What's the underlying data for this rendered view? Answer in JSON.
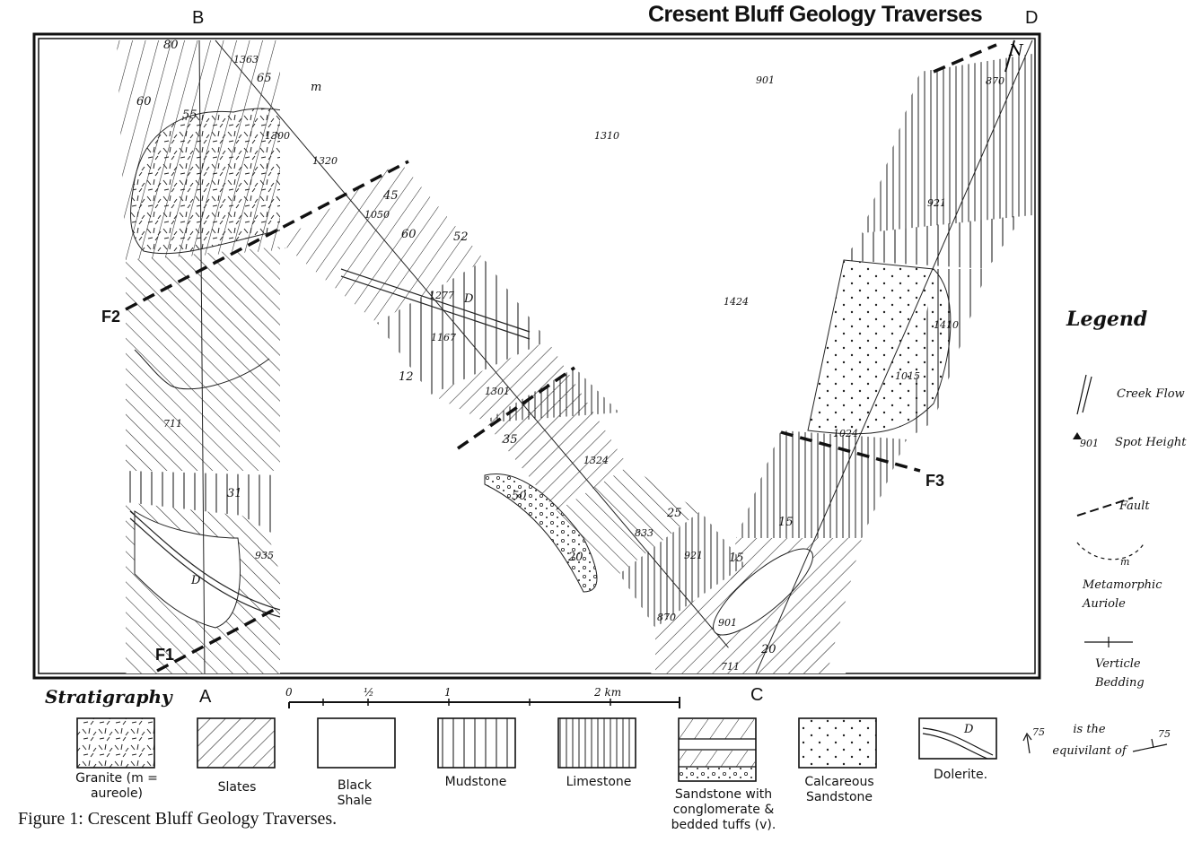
{
  "title": "Cresent Bluff Geology Traverses",
  "corners": {
    "b": "B",
    "d": "D",
    "a": "A",
    "c": "C"
  },
  "faults": {
    "f1": "F1",
    "f2": "F2",
    "f3": "F3"
  },
  "spot_heights": [
    {
      "id": "sh-1363",
      "label": "1363"
    },
    {
      "id": "sh-1320",
      "label": "1320"
    },
    {
      "id": "sh-1300",
      "label": "1300"
    },
    {
      "id": "sh-1050",
      "label": "1050"
    },
    {
      "id": "sh-1277",
      "label": "1277"
    },
    {
      "id": "sh-1167",
      "label": "1167"
    },
    {
      "id": "sh-1301",
      "label": "1301"
    },
    {
      "id": "sh-1324",
      "label": "1324"
    },
    {
      "id": "sh-833",
      "label": "833"
    },
    {
      "id": "sh-921a",
      "label": "921"
    },
    {
      "id": "sh-870a",
      "label": "870"
    },
    {
      "id": "sh-901a",
      "label": "901"
    },
    {
      "id": "sh-711a",
      "label": "711"
    },
    {
      "id": "sh-711b",
      "label": "711"
    },
    {
      "id": "sh-935",
      "label": "935"
    },
    {
      "id": "sh-1310",
      "label": "1310"
    },
    {
      "id": "sh-901b",
      "label": "901"
    },
    {
      "id": "sh-1424",
      "label": "1424"
    },
    {
      "id": "sh-870b",
      "label": "870"
    },
    {
      "id": "sh-921b",
      "label": "921"
    },
    {
      "id": "sh-1410",
      "label": "1410"
    },
    {
      "id": "sh-1015",
      "label": "1015"
    },
    {
      "id": "sh-1024",
      "label": "1024"
    }
  ],
  "dips": [
    "60",
    "65",
    "55",
    "45",
    "60",
    "52",
    "35",
    "50",
    "20",
    "25",
    "15",
    "15",
    "20",
    "31",
    "12",
    "80"
  ],
  "unit_letters": {
    "m": "m",
    "d1": "D",
    "d2": "D"
  },
  "scale": {
    "s0": "0",
    "s1": "½",
    "s2": "1",
    "s3": "2 km"
  },
  "legend": {
    "title": "Legend",
    "creek": "Creek Flow",
    "spot_sym": "901",
    "spot": "Spot Height",
    "fault": "Fault",
    "m": "m",
    "aureole": "Metamorphic Auriole",
    "vertical": "Verticle Bedding"
  },
  "stratigraphy": {
    "title": "Stratigraphy",
    "units": [
      {
        "id": "granite",
        "label": "Granite (m = aureole)"
      },
      {
        "id": "slates",
        "label": "Slates"
      },
      {
        "id": "black-shale",
        "label": "Black Shale"
      },
      {
        "id": "mudstone",
        "label": "Mudstone"
      },
      {
        "id": "limestone",
        "label": "Limestone"
      },
      {
        "id": "sandstone",
        "label": "Sandstone with conglomerate & bedded tuffs (v)."
      },
      {
        "id": "calc-sandstone",
        "label": "Calcareous Sandstone"
      },
      {
        "id": "dolerite",
        "label": "Dolerite."
      }
    ],
    "dolerite_letter": "D",
    "equiv_a": "75",
    "equiv_text": "is the equivilant of",
    "equiv_b": "75"
  },
  "caption": "Figure 1: Crescent Bluff Geology Traverses."
}
